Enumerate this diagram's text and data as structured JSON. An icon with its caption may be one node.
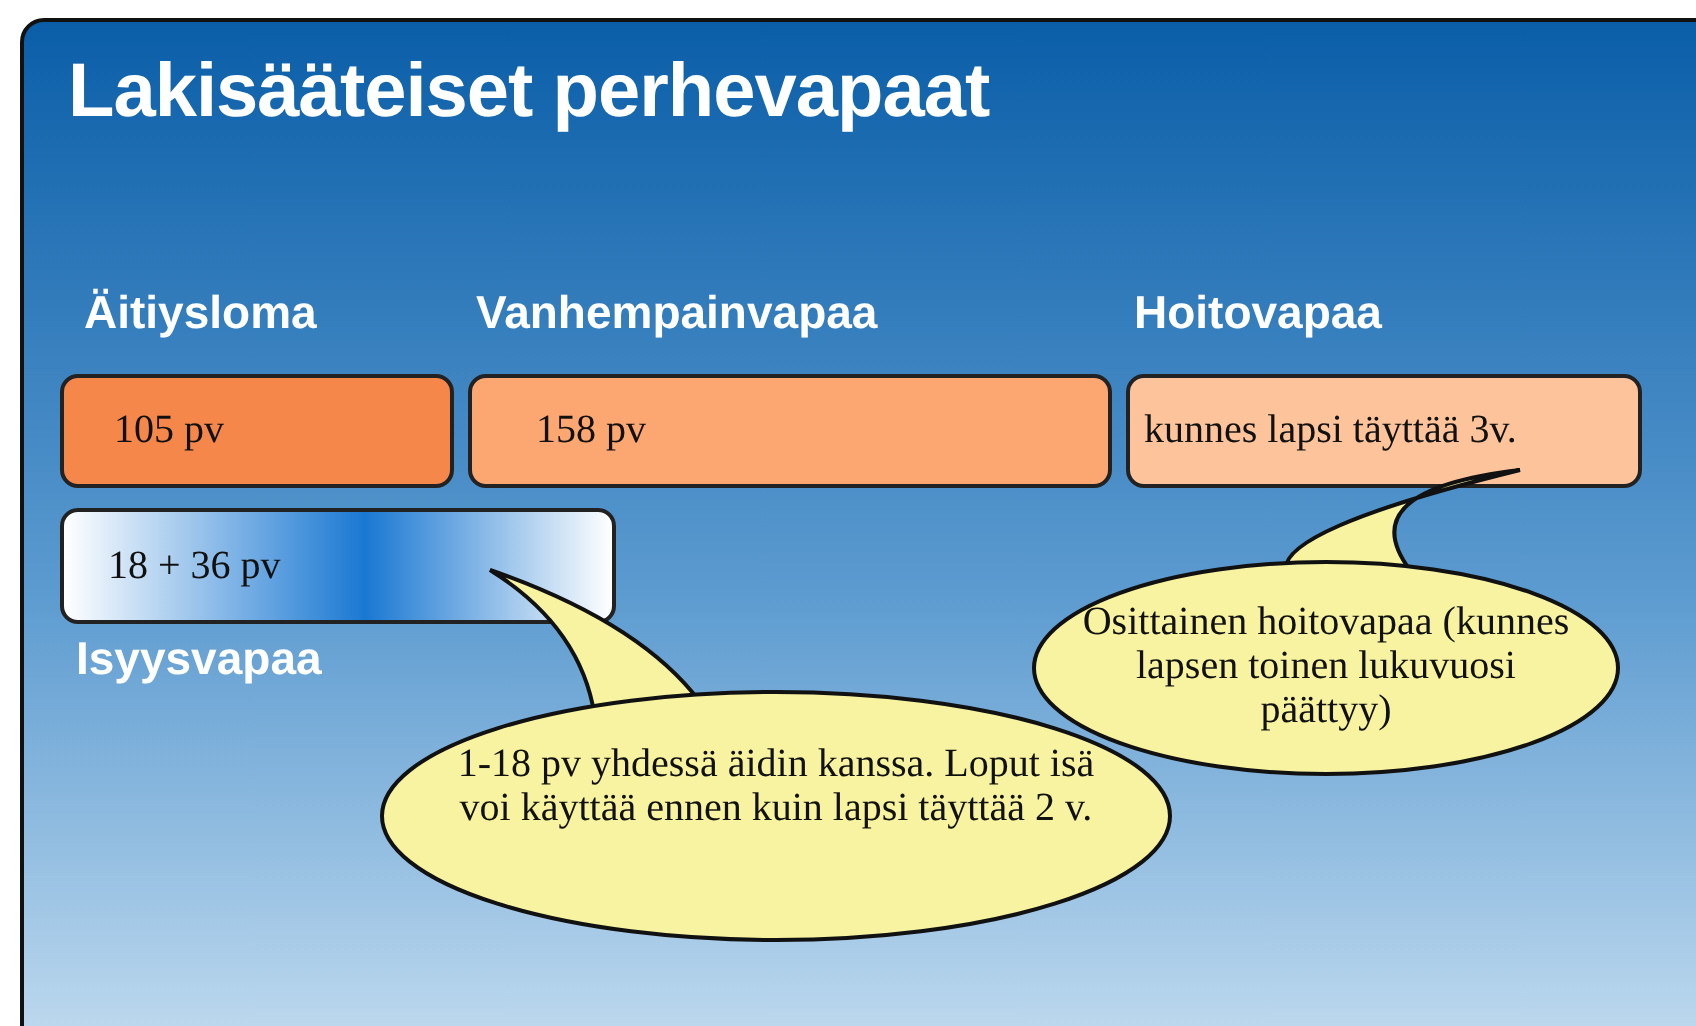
{
  "diagram": {
    "title": "Lakisääteiset perhevapaat",
    "nodes": [
      {
        "text": [
          "Äitiysloma",
          "105 pv"
        ]
      },
      {
        "text": [
          "Vanhempainvapaa",
          "158 pv"
        ]
      },
      {
        "text": [
          "Hoitovapaa",
          "kunnes lapsi täyttää 3v."
        ]
      },
      {
        "text": [
          "18 + 36 pv",
          "Isyysvapaa"
        ]
      },
      {
        "text": [
          "1-18 pv yhdessä äidin kanssa. Loput isä voi käyttää ennen kuin lapsi täyttää 2 v."
        ]
      },
      {
        "text": [
          "Osittainen hoitovapaa (kunnes lapsen toinen lukuvuosi päättyy)"
        ]
      }
    ]
  }
}
